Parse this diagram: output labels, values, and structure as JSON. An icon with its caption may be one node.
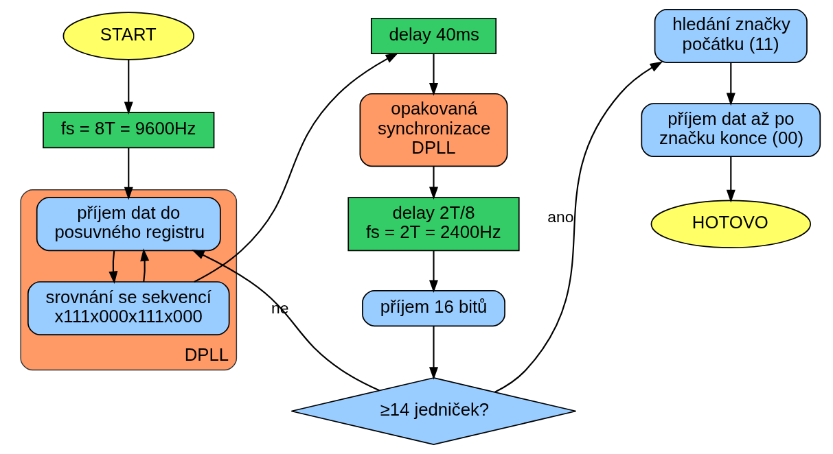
{
  "diagram": {
    "nodes": [
      {
        "text": [
          "START"
        ]
      },
      {
        "text": [
          "fs = 8T = 9600Hz"
        ]
      },
      {
        "text": [
          "DPLL"
        ]
      },
      {
        "text": [
          "příjem dat do posuvného registru"
        ],
        "in": 2
      },
      {
        "text": [
          "srovnání se sekvencí x111x000x111x000"
        ],
        "in": 2
      },
      {
        "text": [
          "delay 40ms"
        ]
      },
      {
        "text": [
          "opakovaná synchronizace DPLL"
        ]
      },
      {
        "text": [
          "delay 2T/8",
          "fs = 2T = 2400Hz"
        ]
      },
      {
        "text": [
          "příjem 16 bitů"
        ]
      },
      {
        "text": [
          "≥14 jedniček?"
        ]
      },
      {
        "text": [
          "hledání značky počátku (11)"
        ]
      },
      {
        "text": [
          "příjem dat až po značku konce (00)"
        ]
      },
      {
        "text": [
          "HOTOVO"
        ]
      }
    ],
    "edges": [
      {
        "from": 0,
        "to": 1,
        "arrow": "to"
      },
      {
        "from": 1,
        "to": 3,
        "arrow": "to"
      },
      {
        "from": 3,
        "to": 4,
        "arrow": "to"
      },
      {
        "from": 4,
        "to": 3,
        "arrow": "to"
      },
      {
        "from": 4,
        "to": 5,
        "arrow": "to"
      },
      {
        "from": 5,
        "to": 6,
        "arrow": "to"
      },
      {
        "from": 6,
        "to": 7,
        "arrow": "to"
      },
      {
        "from": 7,
        "to": 8,
        "arrow": "to"
      },
      {
        "from": 8,
        "to": 9,
        "arrow": "to"
      },
      {
        "from": 9,
        "to": 3,
        "arrow": "to",
        "label": "ne"
      },
      {
        "from": 9,
        "to": 10,
        "arrow": "to",
        "label": "ano"
      },
      {
        "from": 10,
        "to": 11,
        "arrow": "to"
      },
      {
        "from": 11,
        "to": 12,
        "arrow": "to"
      }
    ]
  }
}
